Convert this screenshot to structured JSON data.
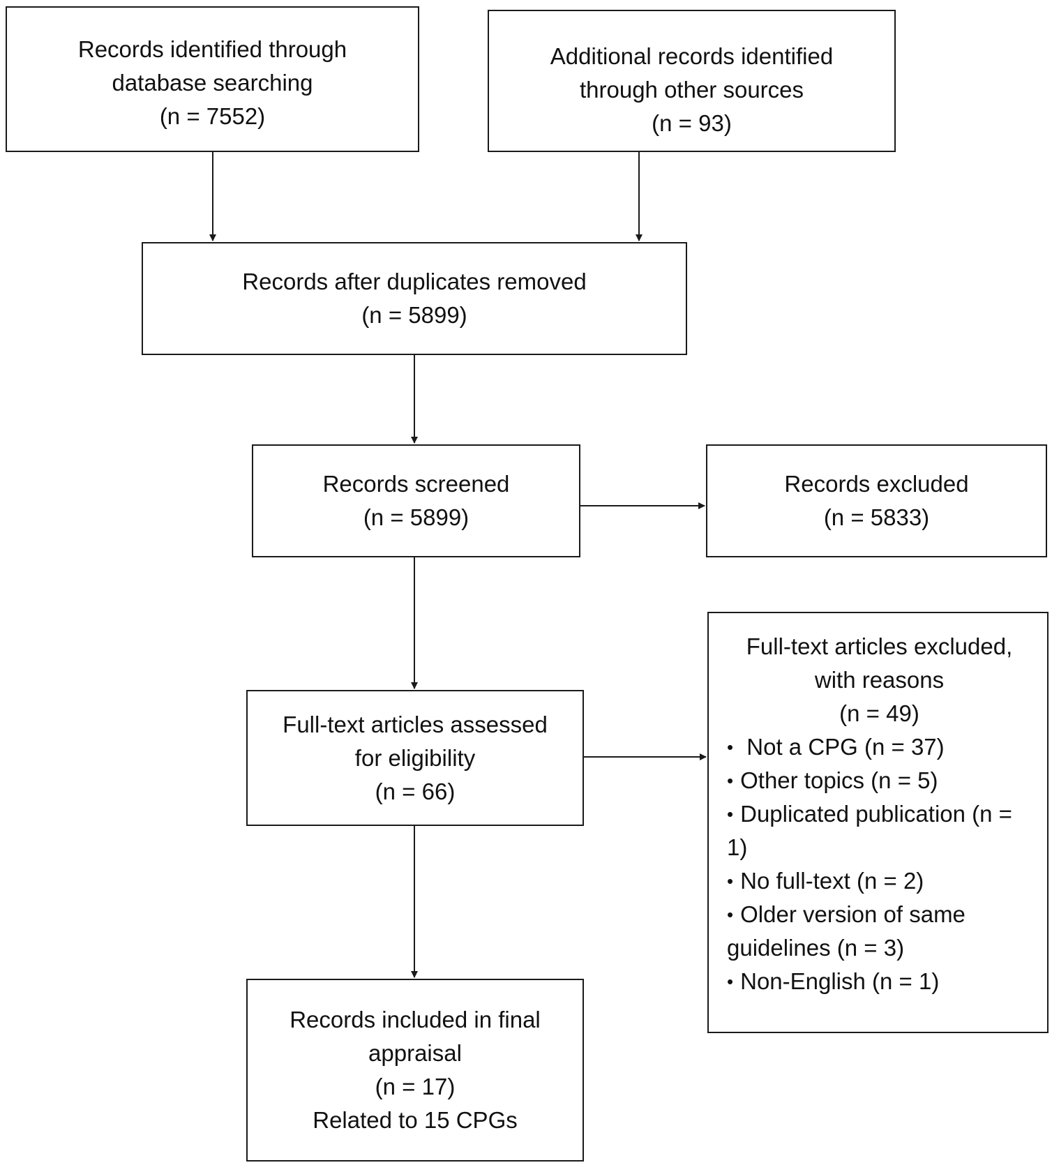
{
  "identification": {
    "database": {
      "line1": "Records identified through",
      "line2": "database searching",
      "count": "(n = 7552)"
    },
    "other_sources": {
      "line1": "Additional records identified",
      "line2": "through other sources",
      "count": "(n = 93)"
    }
  },
  "duplicates_removed": {
    "label": "Records after duplicates removed",
    "count": "(n = 5899)"
  },
  "screened": {
    "label": "Records screened",
    "count": "(n = 5899)"
  },
  "excluded": {
    "label": "Records excluded",
    "count": "(n = 5833)"
  },
  "full_text": {
    "line1": "Full-text articles assessed",
    "line2": "for eligibility",
    "count": "(n = 66)"
  },
  "full_text_excluded": {
    "line1": "Full-text articles excluded,",
    "line2": "with reasons",
    "count": "(n = 49)",
    "bullet": "•",
    "reasons": [
      " Not a CPG (n = 37)",
      "Other topics (n = 5)",
      "Duplicated publication (n = 1)",
      "No full-text (n =  2)",
      "Older version of same guidelines  (n = 3)",
      "Non-English (n = 1)"
    ]
  },
  "included": {
    "line1": "Records included in final",
    "line2": "appraisal",
    "count": "(n = 17)",
    "note": "Related to 15 CPGs"
  }
}
